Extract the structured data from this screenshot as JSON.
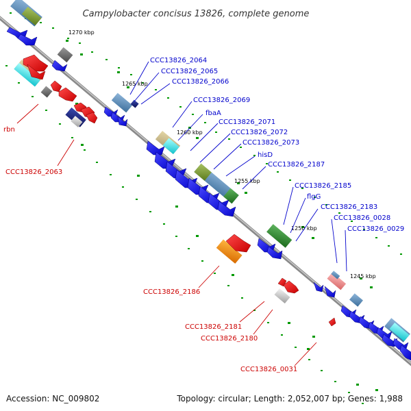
{
  "title": "Campylobacter concisus 13826, complete genome",
  "footer": {
    "accession": "Accession: NC_009802",
    "topology": "Topology: circular; Length: 2,052,007 bp; Genes: 1,988"
  },
  "ticks": [
    "1270 kbp",
    "1265 kbp",
    "1260 kbp",
    "1255 kbp",
    "1250 kbp",
    "1245 kbp"
  ],
  "labels_top": [
    "CCC13826_2064",
    "CCC13826_2065",
    "CCC13826_2066",
    "CCC13826_2069",
    "fbaA",
    "CCC13826_2071",
    "CCC13826_2072",
    "CCC13826_2073",
    "hisD",
    "CCC13826_2187",
    "CCC13826_2185",
    "flgG",
    "CCC13826_2183",
    "CCC13826_0028",
    "CCC13826_0029"
  ],
  "labels_bottom": [
    "rbn",
    "CCC13826_2063",
    "CCC13826_2186",
    "CCC13826_2181",
    "CCC13826_2180",
    "CCC13826_0031"
  ],
  "colors": {
    "forward_cds": "#0000ee",
    "reverse_cds": "#ee0000",
    "backbone": "#999999",
    "label_top": "#0000cc",
    "label_bottom": "#cc0000",
    "tick": "#00aa00"
  }
}
